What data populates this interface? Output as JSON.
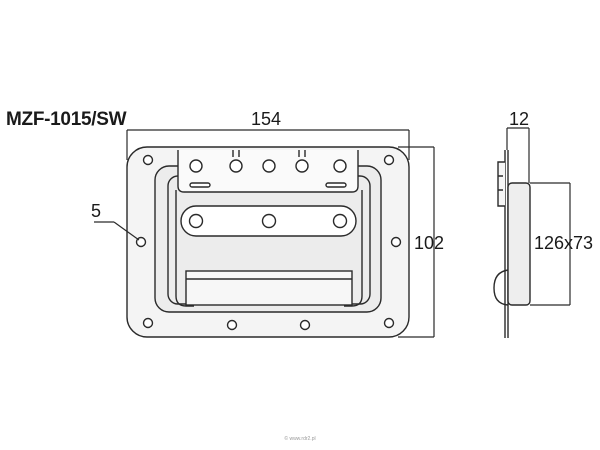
{
  "model": "MZF-1015/SW",
  "dimensions": {
    "width": "154",
    "height": "102",
    "hole": "5",
    "depth": "12",
    "cutout": "126x73"
  },
  "footer": "© www.rdr2.pl",
  "colors": {
    "line": "#2a2a2a",
    "part_fill": "#f2f2f2",
    "inner_fill": "#e9e9e9"
  }
}
